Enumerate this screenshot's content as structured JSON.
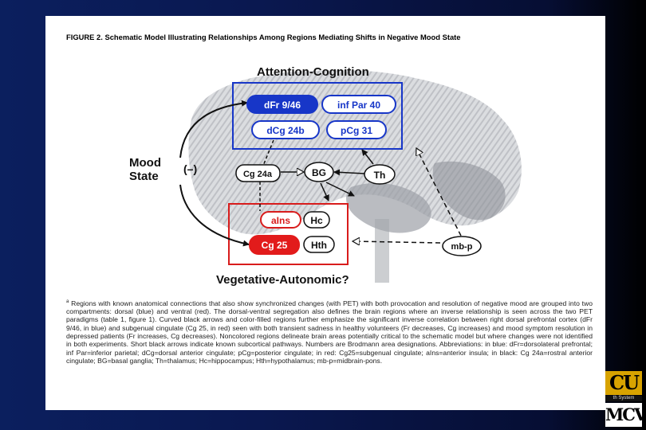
{
  "figure": {
    "title": "FIGURE 2. Schematic Model Illustrating Relationships Among Regions Mediating Shifts in Negative Mood State"
  },
  "diagram": {
    "top_label": "Attention-Cognition",
    "bottom_label": "Vegetative-Autonomic?",
    "mood_label_1": "Mood",
    "mood_label_2": "State",
    "inverse_sign": "(–)",
    "nodes": {
      "dfr": "dFr 9/46",
      "infpar": "inf Par 40",
      "dcg": "dCg 24b",
      "pcg": "pCg 31",
      "cg24a": "Cg 24a",
      "bg": "BG",
      "th": "Th",
      "ains": "aIns",
      "hc": "Hc",
      "cg25": "Cg 25",
      "hth": "Hth",
      "mbp": "mb-p"
    },
    "colors": {
      "dorsal_blue": "#1736c8",
      "ventral_red": "#d81c1c",
      "black": "#111111"
    }
  },
  "caption": {
    "marker": "a",
    "text": "Regions with known anatomical connections that also show synchronized changes (with PET) with both provocation and resolution of negative mood are grouped into two compartments: dorsal (blue) and ventral (red). The dorsal-ventral segregation also defines the brain regions where an inverse relationship is seen across the two PET paradigms (table 1, figure 1). Curved black arrows and color-filled regions further emphasize the significant inverse correlation between right dorsal prefrontal cortex (dFr 9/46, in blue) and subgenual cingulate (Cg 25, in red) seen with both transient sadness in healthy volunteers (Fr decreases, Cg increases) and mood symptom resolution in depressed patients (Fr increases, Cg decreases). Noncolored regions delineate brain areas potentially critical to the schematic model but where changes were not identified in both experiments. Short black arrows indicate known subcortical pathways. Numbers are Brodmann area designations. Abbreviations: in blue: dFr=dorsolateral prefrontal; inf Par=inferior parietal; dCg=dorsal anterior cingulate; pCg=posterior cingulate; in red: Cg25=subgenual cingulate; aIns=anterior insula; in black: Cg 24a=rostral anterior cingulate; BG=basal ganglia; Th=thalamus; Hc=hippocampus; Hth=hypothalamus; mb-p=midbrain-pons."
  },
  "logo": {
    "top": "CU",
    "middle": "th System",
    "bottom": "MCV"
  }
}
